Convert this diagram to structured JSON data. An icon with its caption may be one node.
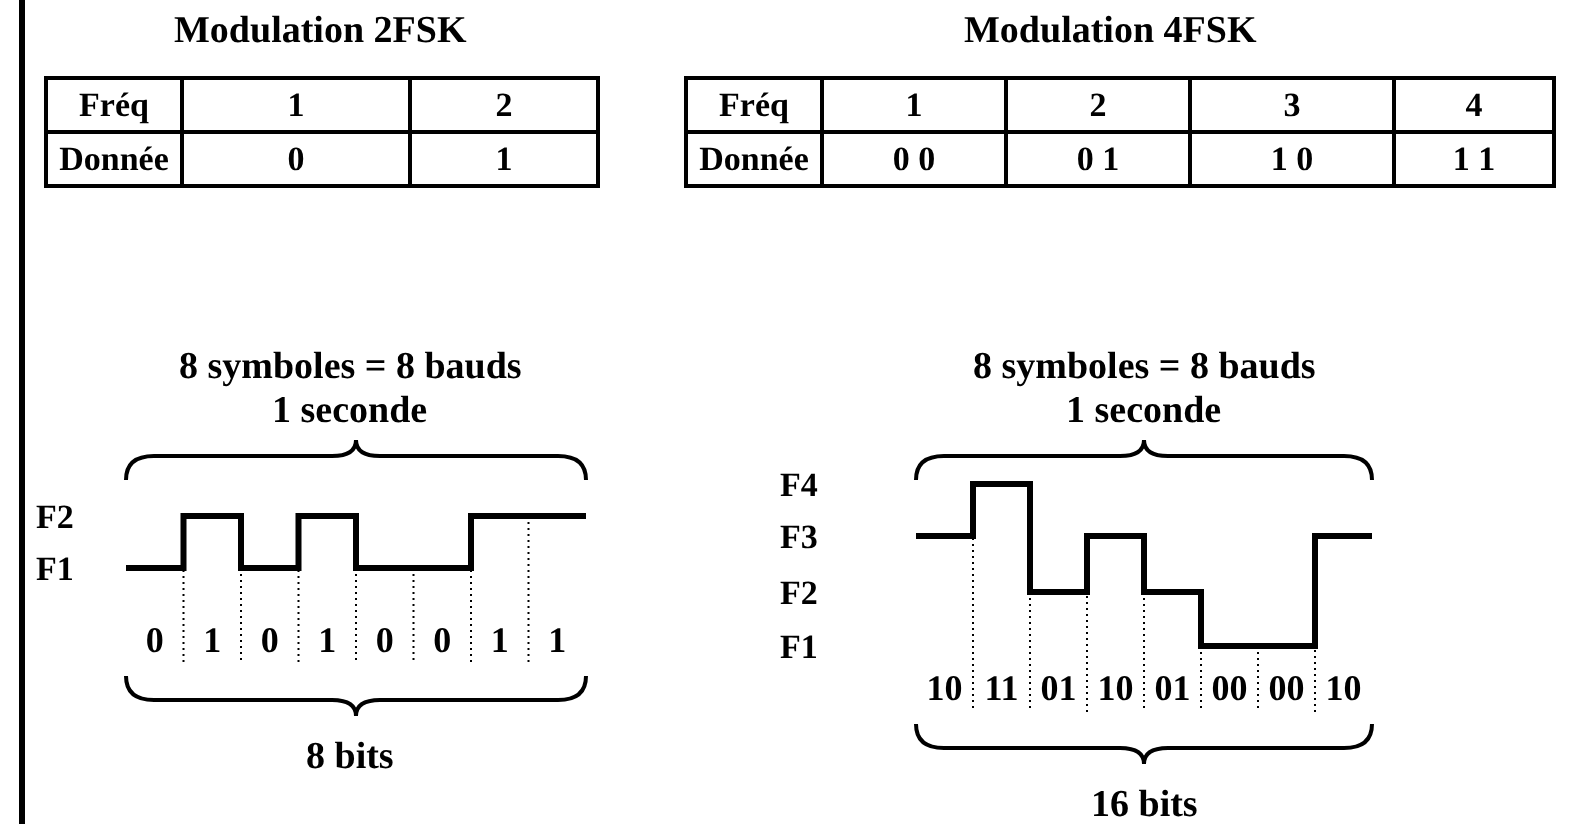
{
  "diagram": {
    "labels": [
      "Modulation 2FSK",
      "Modulation 4FSK",
      "Fréq",
      "1",
      "2",
      "Donnée",
      "0",
      "1",
      "Fréq",
      "1",
      "2",
      "3",
      "4",
      "Donnée",
      "0 0",
      "0 1",
      "1 0",
      "1 1",
      "8 symboles = 8 bauds",
      "1 seconde",
      "F2",
      "F1",
      "0",
      "1",
      "0",
      "1",
      "0",
      "0",
      "1",
      "1",
      "8 bits",
      "8 symboles = 8 bauds",
      "1 seconde",
      "F4",
      "F3",
      "F2",
      "F1",
      "10",
      "11",
      "01",
      "10",
      "01",
      "00",
      "00",
      "10",
      "16 bits"
    ]
  }
}
